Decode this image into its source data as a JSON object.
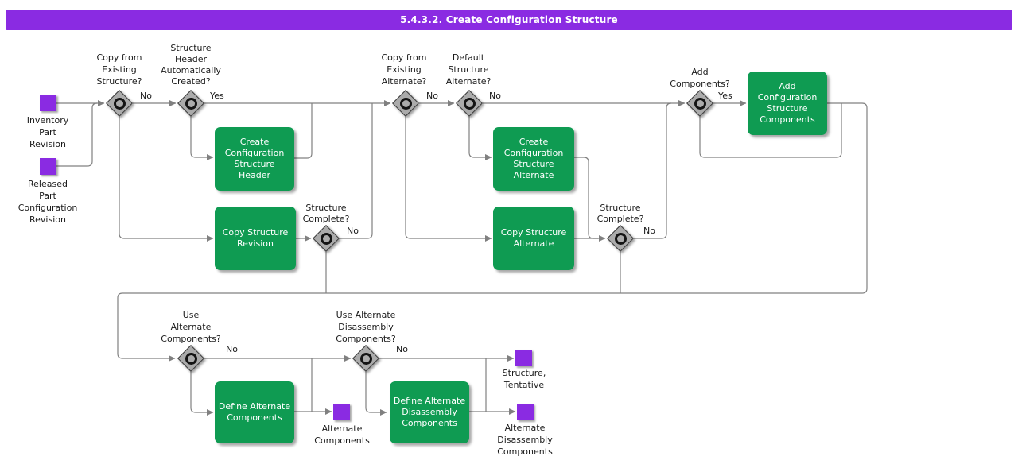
{
  "title": "5.4.3.2. Create Configuration Structure",
  "colors": {
    "header": "#8A2BE2",
    "activity": "#0F9B52",
    "datastore": "#8A2BE2",
    "connector": "#808080"
  },
  "datastores": {
    "inventory_part_revision": {
      "label": "Inventory\nPart\nRevision"
    },
    "released_part_configuration_revision": {
      "label": "Released\nPart\nConfiguration\nRevision"
    },
    "alternate_components": {
      "label": "Alternate\nComponents"
    },
    "structure_tentative": {
      "label": "Structure,\nTentative"
    },
    "alternate_disassembly_components": {
      "label": "Alternate\nDisassembly\nComponents"
    }
  },
  "decisions": {
    "copy_from_existing_structure": {
      "label": "Copy from\nExisting\nStructure?",
      "no": "No"
    },
    "structure_header_automatically_created": {
      "label": "Structure\nHeader\nAutomatically\nCreated?",
      "yes": "Yes"
    },
    "structure_complete_1": {
      "label": "Structure\nComplete?",
      "no": "No"
    },
    "copy_from_existing_alternate": {
      "label": "Copy from\nExisting\nAlternate?",
      "no": "No"
    },
    "default_structure_alternate": {
      "label": "Default\nStructure\nAlternate?",
      "no": "No"
    },
    "add_components": {
      "label": "Add\nComponents?",
      "yes": "Yes"
    },
    "structure_complete_2": {
      "label": "Structure\nComplete?",
      "no": "No"
    },
    "use_alternate_components": {
      "label": "Use\nAlternate\nComponents?",
      "no": "No"
    },
    "use_alternate_disassembly_components": {
      "label": "Use Alternate\nDisassembly\nComponents?",
      "no": "No"
    }
  },
  "activities": {
    "create_configuration_structure_header": {
      "label": "Create\nConfiguration\nStructure\nHeader"
    },
    "copy_structure_revision": {
      "label": "Copy Structure\nRevision"
    },
    "create_configuration_structure_alternate": {
      "label": "Create\nConfiguration\nStructure\nAlternate"
    },
    "copy_structure_alternate": {
      "label": "Copy Structure\nAlternate"
    },
    "add_configuration_structure_components": {
      "label": "Add\nConfiguration\nStructure\nComponents"
    },
    "define_alternate_components": {
      "label": "Define Alternate\nComponents"
    },
    "define_alternate_disassembly_components": {
      "label": "Define Alternate\nDisassembly\nComponents"
    }
  }
}
